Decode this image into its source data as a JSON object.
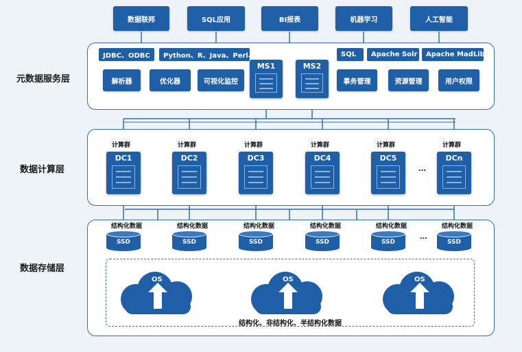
{
  "layers": {
    "service": "元数据服务层",
    "compute": "数据计算层",
    "storage": "数据存储层"
  },
  "top_apps": [
    "数据联邦",
    "SQL应用",
    "BI报表",
    "机器学习",
    "人工智能"
  ],
  "service_tags": {
    "jdbc": "JDBC、ODBC",
    "langs": "Python、R、Java、Perl、C",
    "sql": "SQL",
    "solr": "Apache Solr",
    "madlib": "Apache MadLib"
  },
  "service_buttons": {
    "parser": "解析器",
    "optimizer": "优化器",
    "monitor": "可视化监控",
    "transaction": "事务管理",
    "resource": "资源管理",
    "permission": "用户权限"
  },
  "masters": [
    "MS1",
    "MS2"
  ],
  "compute_label": "计算群",
  "compute_nodes": [
    "DC1",
    "DC2",
    "DC3",
    "DC4",
    "DC5",
    "DCn"
  ],
  "ellipsis": "…",
  "storage_label": "结构化数据",
  "ssd_label": "SSD",
  "os_label": "OS",
  "cloud_caption": "结构化、非结构化、半结构化数据",
  "colors": {
    "primary": "#1f5fa8",
    "border": "#2f6fb6",
    "background": "#eef3f8"
  }
}
